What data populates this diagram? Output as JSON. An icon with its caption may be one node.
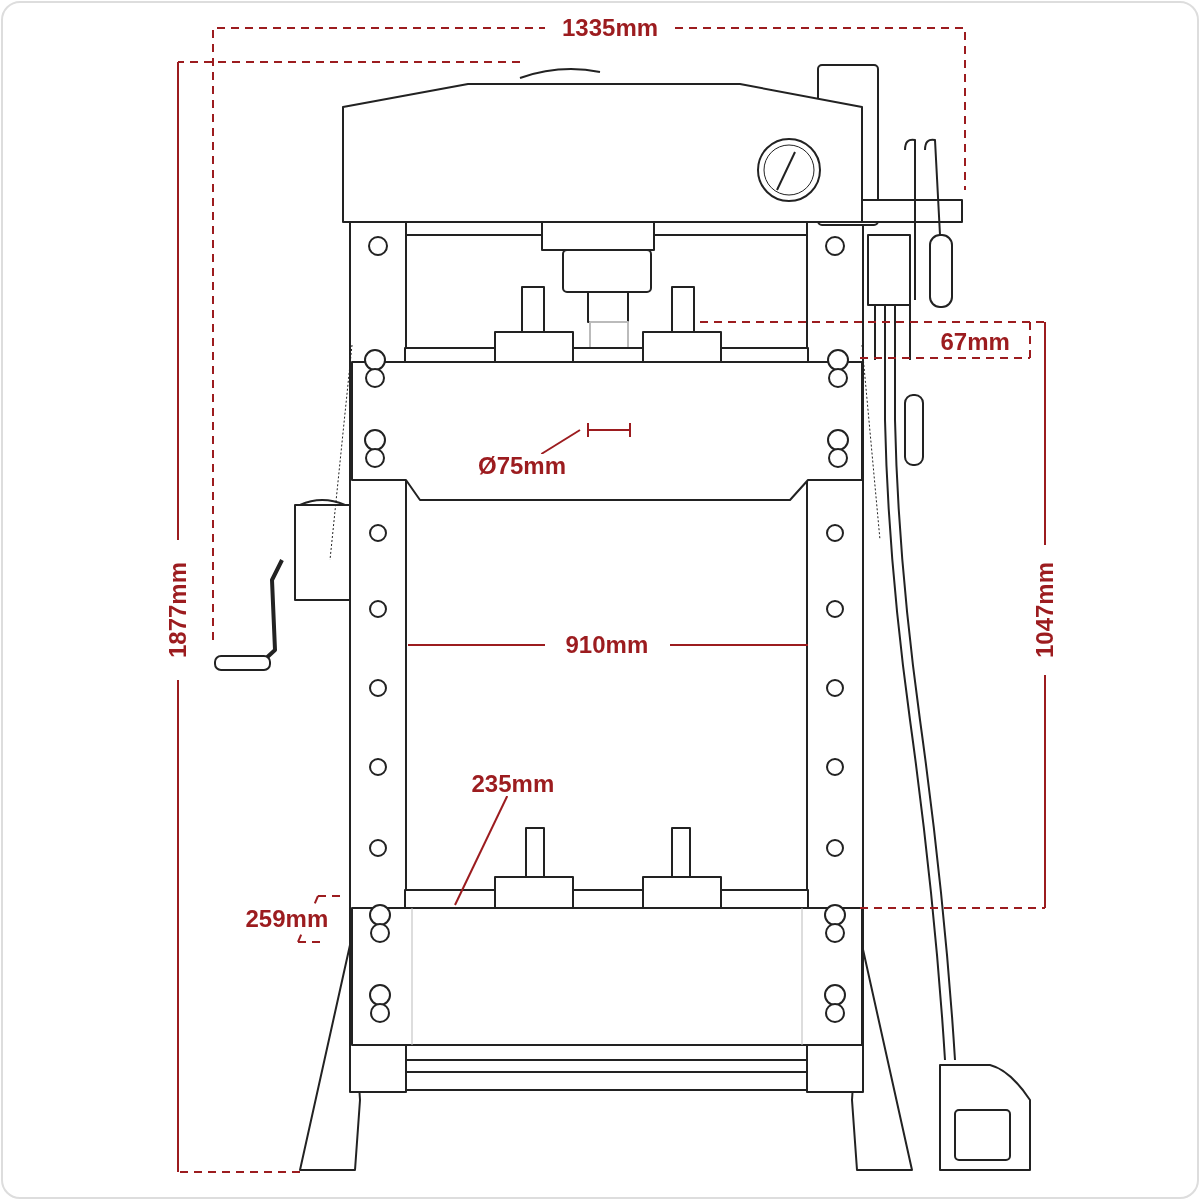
{
  "diagram": {
    "nodes": [
      {
        "text": [
          "Ø75mm"
        ]
      },
      {
        "text": [
          "235mm"
        ]
      }
    ],
    "edges": [
      {
        "from": 0,
        "to": null,
        "arrow": "none"
      },
      {
        "from": 1,
        "to": null,
        "arrow": "none"
      }
    ],
    "labels": [
      "1335mm",
      "67mm",
      "910mm",
      "1877mm",
      "1047mm",
      "259mm"
    ]
  }
}
